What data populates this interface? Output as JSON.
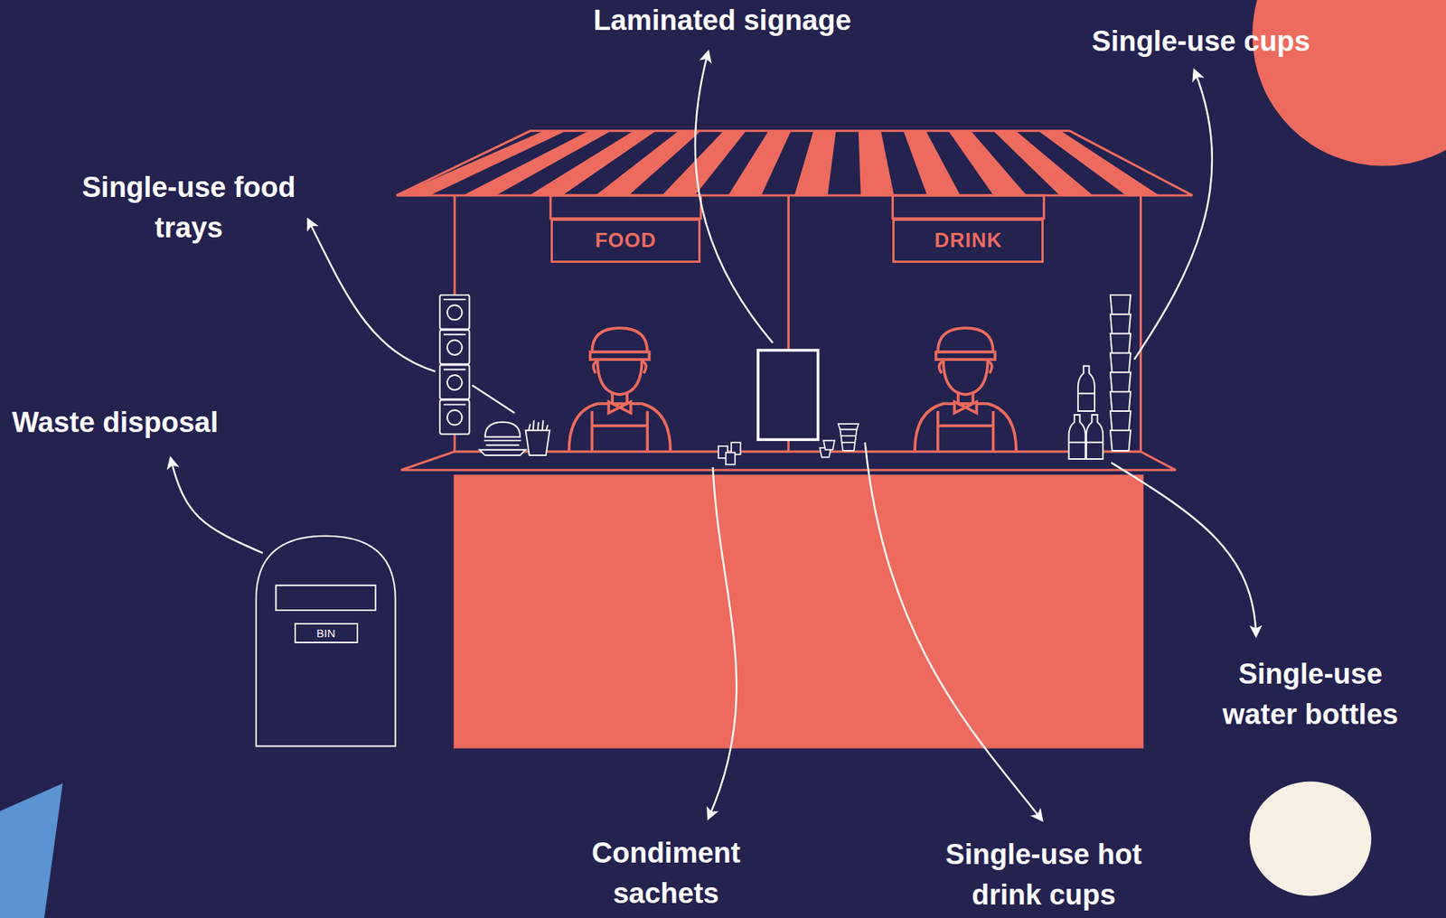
{
  "diagram": {
    "nodes": [
      {
        "text": [
          "FOOD"
        ]
      },
      {
        "text": [
          "DRINK"
        ]
      },
      {
        "text": [
          "BIN"
        ]
      }
    ],
    "labels": [
      "Laminated signage",
      "Single-use cups",
      "Single-use food trays",
      "Waste disposal",
      "Single-use water bottles",
      "Condiment sachets",
      "Single-use hot drink cups"
    ]
  }
}
